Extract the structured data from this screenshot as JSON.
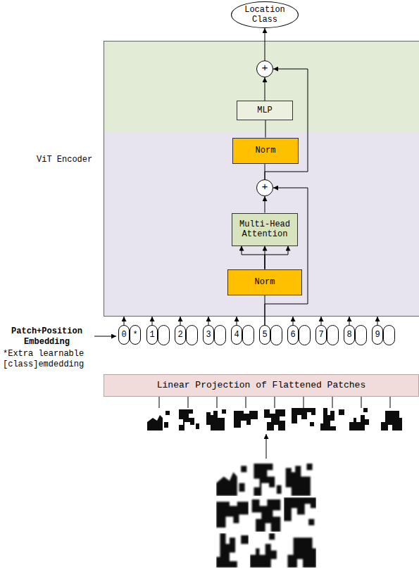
{
  "diagram": {
    "nodes": [
      {
        "text": [
          "Location Class"
        ]
      },
      {
        "text": [
          "ViT Encoder"
        ]
      },
      {
        "text": [
          "+"
        ],
        "in": 1
      },
      {
        "text": [
          "MLP"
        ],
        "in": 1
      },
      {
        "text": [
          "Norm"
        ],
        "in": 1
      },
      {
        "text": [
          "+"
        ],
        "in": 1
      },
      {
        "text": [
          "Multi-Head Attention"
        ],
        "in": 1
      },
      {
        "text": [
          "Norm"
        ],
        "in": 1
      },
      {
        "text": [
          "0"
        ]
      },
      {
        "text": [
          "*"
        ]
      },
      {
        "text": [
          "1"
        ]
      },
      {
        "text": [
          "2"
        ]
      },
      {
        "text": [
          "3"
        ]
      },
      {
        "text": [
          "4"
        ]
      },
      {
        "text": [
          "5"
        ]
      },
      {
        "text": [
          "6"
        ]
      },
      {
        "text": [
          "7"
        ]
      },
      {
        "text": [
          "8"
        ]
      },
      {
        "text": [
          "9"
        ]
      },
      {
        "text": [
          "Linear Projection of Flattened Patches"
        ]
      }
    ],
    "edges": [
      {
        "from": 2,
        "to": 0,
        "arrow": "to"
      },
      {
        "from": 3,
        "to": 2,
        "arrow": "to"
      },
      {
        "from": 4,
        "to": 3,
        "arrow": "none"
      },
      {
        "from": 5,
        "to": 4,
        "arrow": "none"
      },
      {
        "from": 5,
        "to": 2,
        "arrow": "to"
      },
      {
        "from": 6,
        "to": 5,
        "arrow": "to"
      },
      {
        "from": 7,
        "to": 6,
        "arrow": "to"
      },
      {
        "from": 7,
        "to": 6,
        "arrow": "to"
      },
      {
        "from": 7,
        "to": 6,
        "arrow": "to"
      },
      {
        "from": 8,
        "to": 1,
        "arrow": "to"
      },
      {
        "from": 10,
        "to": 1,
        "arrow": "to"
      },
      {
        "from": 11,
        "to": 1,
        "arrow": "to"
      },
      {
        "from": 12,
        "to": 1,
        "arrow": "to"
      },
      {
        "from": 13,
        "to": 1,
        "arrow": "to"
      },
      {
        "from": 15,
        "to": 1,
        "arrow": "to"
      },
      {
        "from": 16,
        "to": 1,
        "arrow": "to"
      },
      {
        "from": 17,
        "to": 1,
        "arrow": "to"
      },
      {
        "from": 18,
        "to": 1,
        "arrow": "to"
      },
      {
        "from": 14,
        "to": 7,
        "arrow": "none"
      },
      {
        "from": 14,
        "to": 5,
        "arrow": "to"
      }
    ],
    "labels": [
      "Patch+Position Embedding",
      "*Extra learnable [class]emdedding"
    ]
  }
}
